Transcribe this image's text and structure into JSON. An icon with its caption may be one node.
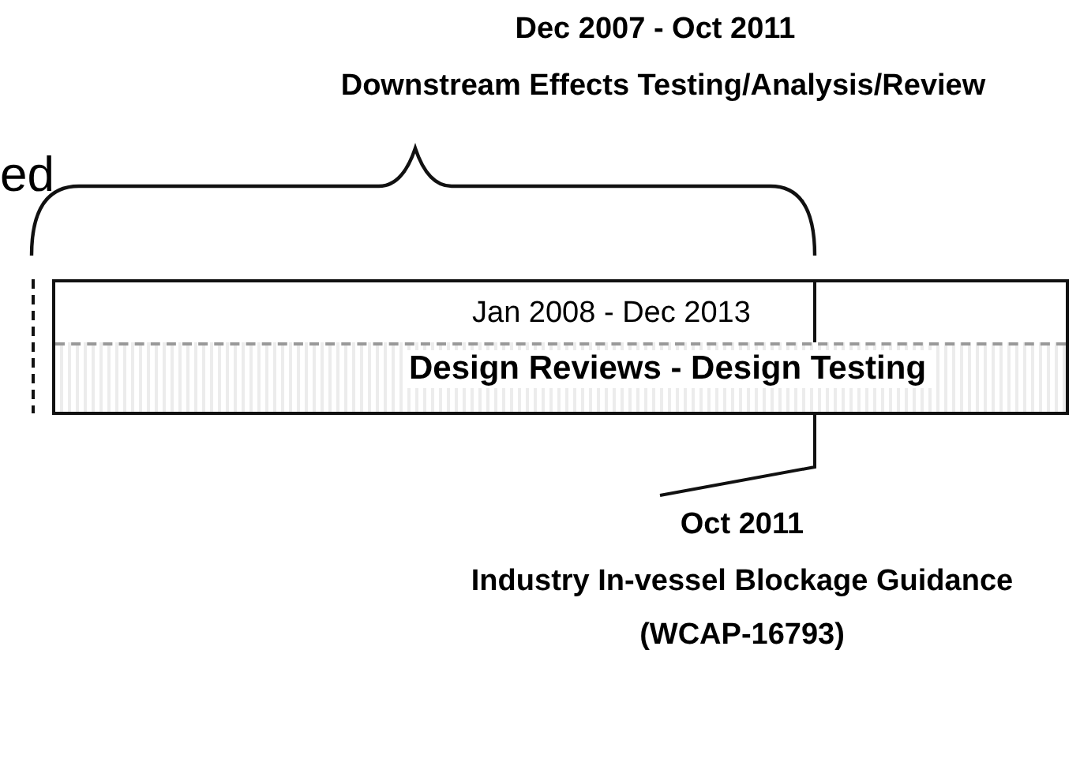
{
  "diagram": {
    "nodes": [
      {
        "text": [
          "Jan 2008 - Dec 2013",
          "Design Reviews - Design Testing"
        ]
      },
      {
        "text": [
          "Oct 2011",
          "Industry In-vessel Blockage Guidance (WCAP-16793)"
        ]
      }
    ],
    "edges": [
      {
        "from": 1,
        "to": 0,
        "arrow": "none"
      }
    ],
    "labels": [
      "ed",
      "Dec 2007 - Oct 2011",
      "Downstream Effects Testing/Analysis/Review"
    ]
  }
}
